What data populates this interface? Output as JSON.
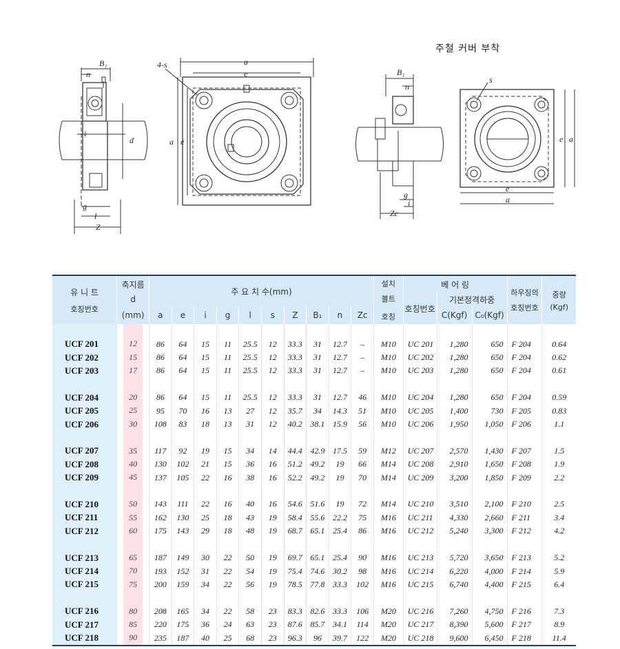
{
  "drawing": {
    "cover_title": "주철 커버 부착",
    "labels": {
      "B1": "B₁",
      "n": "n",
      "d": "d",
      "i": "i",
      "g": "g",
      "l": "l",
      "Z": "Z",
      "bolt": "4-s",
      "a": "a",
      "e": "e",
      "s": "s",
      "Zc": "Zc"
    }
  },
  "table": {
    "headers": {
      "unit_l1": "유 니 트",
      "unit_l2": "호칭번호",
      "shaft_l1": "축지름",
      "shaft_sym": "d",
      "shaft_unit": "(mm)",
      "main_dims": "주   요   치   수(mm)",
      "bolt_l1": "설치",
      "bolt_l2": "볼트",
      "bolt_l3": "호칭",
      "bearing": "베  어  링",
      "bearing_no": "호칭번호",
      "load_rating": "기본정격하중",
      "load_c": "C(Kgf)",
      "load_c0": "C₀(Kgf)",
      "housing_l1": "하우징의",
      "housing_l2": "호칭번호",
      "mass_l1": "중량",
      "mass_l2": "(Kgf)",
      "dims": [
        "a",
        "e",
        "i",
        "g",
        "l",
        "s",
        "Z",
        "B₁",
        "n",
        "Zc"
      ]
    },
    "groups": [
      [
        [
          "UCF 201",
          "12",
          "86",
          "64",
          "15",
          "11",
          "25.5",
          "12",
          "33.3",
          "31",
          "12.7",
          "–",
          "M10",
          "UC 201",
          "1,280",
          "650",
          "F 204",
          "0.64"
        ],
        [
          "UCF 202",
          "15",
          "86",
          "64",
          "15",
          "11",
          "25.5",
          "12",
          "33.3",
          "31",
          "12.7",
          "–",
          "M10",
          "UC 202",
          "1,280",
          "650",
          "F 204",
          "0.62"
        ],
        [
          "UCF 203",
          "17",
          "86",
          "64",
          "15",
          "11",
          "25.5",
          "12",
          "33.3",
          "31",
          "12.7",
          "–",
          "M10",
          "UC 203",
          "1,280",
          "650",
          "F 204",
          "0.61"
        ]
      ],
      [
        [
          "UCF 204",
          "20",
          "86",
          "64",
          "15",
          "11",
          "25.5",
          "12",
          "33.3",
          "31",
          "12.7",
          "46",
          "M10",
          "UC 204",
          "1,280",
          "650",
          "F 204",
          "0.59"
        ],
        [
          "UCF 205",
          "25",
          "95",
          "70",
          "16",
          "13",
          "27",
          "12",
          "35.7",
          "34",
          "14.3",
          "51",
          "M10",
          "UC 205",
          "1,400",
          "730",
          "F 205",
          "0.83"
        ],
        [
          "UCF 206",
          "30",
          "108",
          "83",
          "18",
          "13",
          "31",
          "12",
          "40.2",
          "38.1",
          "15.9",
          "56",
          "M10",
          "UC 206",
          "1,950",
          "1,050",
          "F 206",
          "1.1"
        ]
      ],
      [
        [
          "UCF 207",
          "35",
          "117",
          "92",
          "19",
          "15",
          "34",
          "14",
          "44.4",
          "42.9",
          "17.5",
          "59",
          "M12",
          "UC 207",
          "2,570",
          "1,430",
          "F 207",
          "1.5"
        ],
        [
          "UCF 208",
          "40",
          "130",
          "102",
          "21",
          "15",
          "36",
          "16",
          "51.2",
          "49.2",
          "19",
          "66",
          "M14",
          "UC 208",
          "2,910",
          "1,650",
          "F 208",
          "1.9"
        ],
        [
          "UCF 209",
          "45",
          "137",
          "105",
          "22",
          "16",
          "38",
          "16",
          "52.2",
          "49.2",
          "19",
          "70",
          "M14",
          "UC 209",
          "3,200",
          "1,850",
          "F 209",
          "2.2"
        ]
      ],
      [
        [
          "UCF 210",
          "50",
          "143",
          "111",
          "22",
          "16",
          "40",
          "16",
          "54.6",
          "51.6",
          "19",
          "72",
          "M14",
          "UC 210",
          "3,510",
          "2,100",
          "F 210",
          "2.5"
        ],
        [
          "UCF 211",
          "55",
          "162",
          "130",
          "25",
          "18",
          "43",
          "19",
          "58.4",
          "55.6",
          "22.2",
          "75",
          "M16",
          "UC 211",
          "4,330",
          "2,660",
          "F 211",
          "3.4"
        ],
        [
          "UCF 212",
          "60",
          "175",
          "143",
          "29",
          "18",
          "48",
          "19",
          "68.7",
          "65.1",
          "25.4",
          "86",
          "M16",
          "UC 212",
          "5,240",
          "3,300",
          "F 212",
          "4.2"
        ]
      ],
      [
        [
          "UCF 213",
          "65",
          "187",
          "149",
          "30",
          "22",
          "50",
          "19",
          "69.7",
          "65.1",
          "25.4",
          "90",
          "M16",
          "UC 213",
          "5,720",
          "3,650",
          "F 213",
          "5.2"
        ],
        [
          "UCF 214",
          "70",
          "193",
          "152",
          "31",
          "22",
          "54",
          "19",
          "75.4",
          "74.6",
          "30.2",
          "98",
          "M16",
          "UC 214",
          "6,220",
          "4,000",
          "F 214",
          "5.9"
        ],
        [
          "UCF 215",
          "75",
          "200",
          "159",
          "34",
          "22",
          "56",
          "19",
          "78.5",
          "77.8",
          "33.3",
          "102",
          "M16",
          "UC 215",
          "6,740",
          "4,400",
          "F 215",
          "6.4"
        ]
      ],
      [
        [
          "UCF 216",
          "80",
          "208",
          "165",
          "34",
          "22",
          "58",
          "23",
          "83.3",
          "82.6",
          "33.3",
          "106",
          "M20",
          "UC 216",
          "7,260",
          "4,750",
          "F 216",
          "7.3"
        ],
        [
          "UCF 217",
          "85",
          "220",
          "175",
          "36",
          "24",
          "63",
          "23",
          "87.6",
          "85.7",
          "34.1",
          "114",
          "M20",
          "UC 217",
          "8,390",
          "5,600",
          "F 217",
          "8.9"
        ],
        [
          "UCF 218",
          "90",
          "235",
          "187",
          "40",
          "25",
          "68",
          "23",
          "96.3",
          "96",
          "39.7",
          "122",
          "M20",
          "UC 218",
          "9,600",
          "6,450",
          "F 218",
          "11.4"
        ]
      ]
    ]
  }
}
